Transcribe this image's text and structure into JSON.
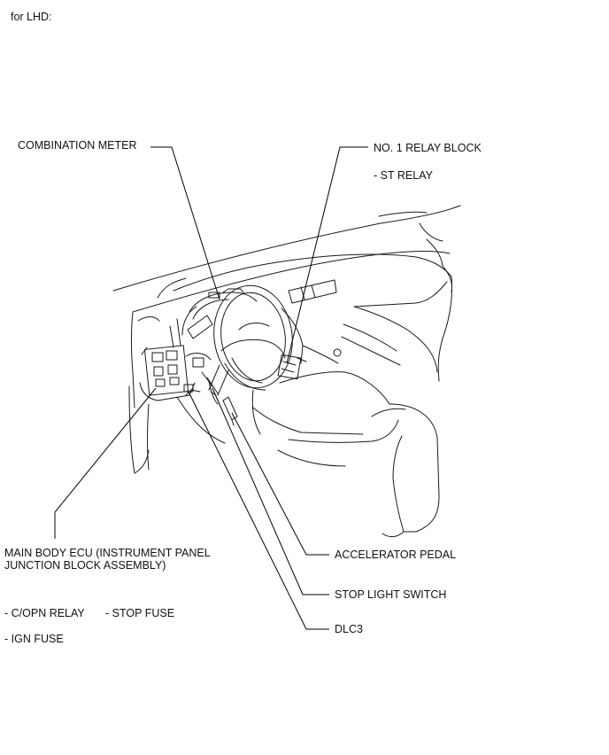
{
  "header": {
    "title": "for LHD:"
  },
  "labels": {
    "combination_meter": "COMBINATION METER",
    "relay_block": "NO. 1 RELAY BLOCK",
    "st_relay": "- ST RELAY",
    "main_body_ecu_line1": "MAIN BODY ECU (INSTRUMENT PANEL",
    "main_body_ecu_line2": "JUNCTION BLOCK ASSEMBLY)",
    "copn_relay": "- C/OPN RELAY",
    "stop_fuse": "- STOP FUSE",
    "ign_fuse": "- IGN FUSE",
    "accelerator_pedal": "ACCELERATOR PEDAL",
    "stop_light_switch": "STOP LIGHT SWITCH",
    "dlc3": "DLC3"
  }
}
